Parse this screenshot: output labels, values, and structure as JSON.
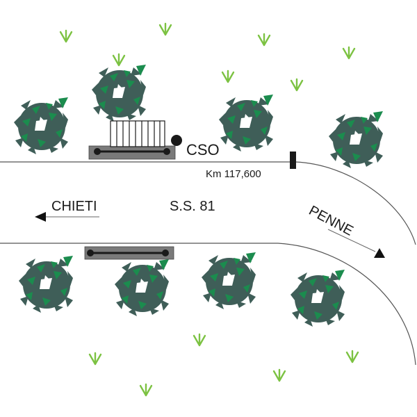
{
  "labels": {
    "station": "CSO",
    "km": "Km 117,600",
    "road": "S.S. 81",
    "west_direction": "CHIETI",
    "east_direction": "PENNE"
  },
  "colors": {
    "tree_dark": "#3f5e58",
    "tree_green": "#1b8c4e",
    "grass": "#7cc242",
    "road_line": "#555555",
    "platform": "#7a7a7a"
  },
  "trees": [
    {
      "id": "tree-top-1"
    },
    {
      "id": "tree-top-2"
    },
    {
      "id": "tree-top-3"
    },
    {
      "id": "tree-top-4"
    },
    {
      "id": "tree-bottom-1"
    },
    {
      "id": "tree-bottom-2"
    },
    {
      "id": "tree-bottom-3"
    },
    {
      "id": "tree-bottom-4"
    }
  ],
  "grass_count": 12
}
